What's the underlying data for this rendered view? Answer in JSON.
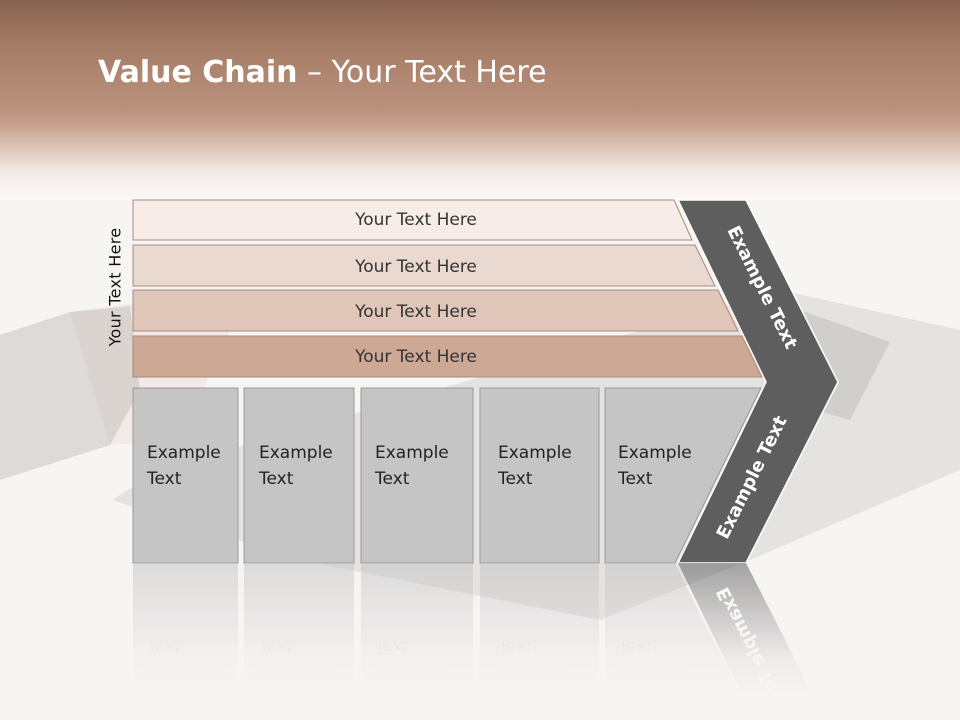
{
  "slide": {
    "title_bold": "Value Chain",
    "title_rest": " – Your Text Here",
    "side_label": "Your Text Here"
  },
  "rows": [
    {
      "label": "Your Text Here",
      "color": "#f6ede9"
    },
    {
      "label": "Your Text Here",
      "color": "#ead9d0"
    },
    {
      "label": "Your Text Here",
      "color": "#dfc6b8"
    },
    {
      "label": "Your Text Here",
      "color": "#cca895"
    }
  ],
  "boxes": [
    {
      "line1": "Example",
      "line2": "Text"
    },
    {
      "line1": "Example",
      "line2": "Text"
    },
    {
      "line1": "Example",
      "line2": "Text"
    },
    {
      "line1": "Example",
      "line2": "Text"
    },
    {
      "line1": "Example",
      "line2": "Text"
    }
  ],
  "chevron": {
    "upper_label": "Example Text",
    "lower_label": "Example Text",
    "color": "#5e5e5e"
  },
  "colors": {
    "box_fill": "#c5c5c5",
    "accent": "#b08570"
  }
}
